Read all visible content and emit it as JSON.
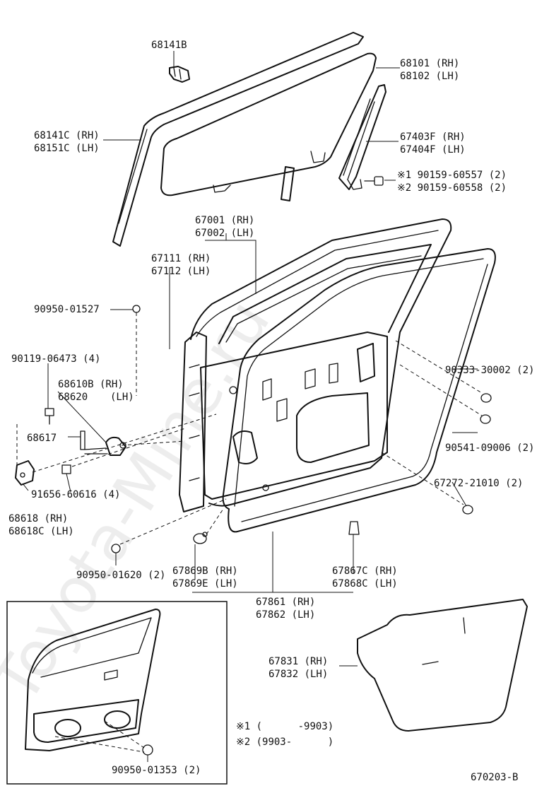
{
  "parts": {
    "p68141b": "68141B",
    "p68101": "68101 (RH)",
    "p68102": "68102 (LH)",
    "p68141c": "68141C (RH)",
    "p68151c": "68151C (LH)",
    "p67403f": "67403F (RH)",
    "p67404f": "67404F (LH)",
    "p90159a": "※1 90159-60557 (2)",
    "p90159b": "※2 90159-60558 (2)",
    "p67001": "67001 (RH)",
    "p67002": "67002 (LH)",
    "p67111": "67111 (RH)",
    "p67112": "67112 (LH)",
    "p90950a": "90950-01527",
    "p90119": "90119-06473 (4)",
    "p68610b": "68610B (RH)",
    "p68620": "68620",
    "p68620lh": "(LH)",
    "p68617": "68617",
    "p91656": "91656-60616 (4)",
    "p68618": "68618 (RH)",
    "p68618c": "68618C (LH)",
    "p90333": "90333-30002 (2)",
    "p90541": "90541-09006 (2)",
    "p67272": "67272-21010 (2)",
    "p90950b": "90950-01620 (2)",
    "p67869b": "67869B (RH)",
    "p67869e": "67869E (LH)",
    "p67867c": "67867C (RH)",
    "p67868c": "67868C (LH)",
    "p67861": "67861 (RH)",
    "p67862": "67862 (LH)",
    "p67831": "67831 (RH)",
    "p67832": "67832 (LH)",
    "p90950c": "90950-01353 (2)"
  },
  "notes": {
    "n1": "※1 (      -9903)",
    "n2": "※2 (9903-      )"
  },
  "figure_code": "670203-B",
  "watermark": "Toyota-Mine.ru"
}
